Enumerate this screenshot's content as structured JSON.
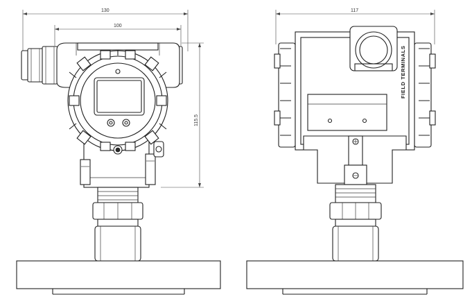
{
  "dimensions": {
    "front_overall_width": "130",
    "front_housing_width": "100",
    "front_height": "115.5",
    "side_overall_width": "117"
  },
  "labels": {
    "terminal_label": "FIELD TERMINALS"
  }
}
